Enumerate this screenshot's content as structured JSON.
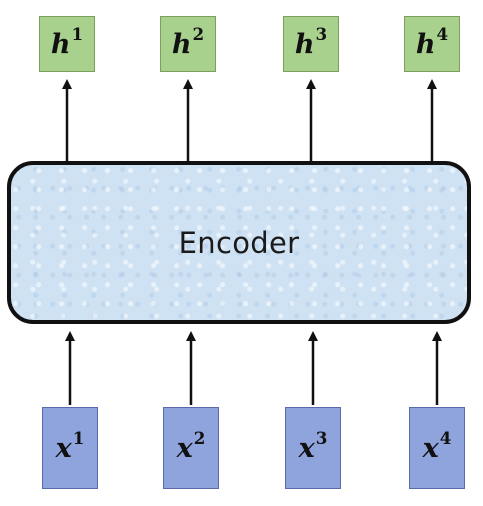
{
  "encoder": {
    "label": "Encoder",
    "fill_color": "#cfe2f3",
    "border_color": "#111111"
  },
  "outputs": [
    {
      "symbol": "h",
      "superscript": "1"
    },
    {
      "symbol": "h",
      "superscript": "2"
    },
    {
      "symbol": "h",
      "superscript": "3"
    },
    {
      "symbol": "h",
      "superscript": "4"
    }
  ],
  "inputs": [
    {
      "symbol": "x",
      "superscript": "1"
    },
    {
      "symbol": "x",
      "superscript": "2"
    },
    {
      "symbol": "x",
      "superscript": "3"
    },
    {
      "symbol": "x",
      "superscript": "4"
    }
  ],
  "colors": {
    "output_fill": "#a9d18e",
    "input_fill": "#8fa3dc",
    "arrow": "#111111"
  }
}
